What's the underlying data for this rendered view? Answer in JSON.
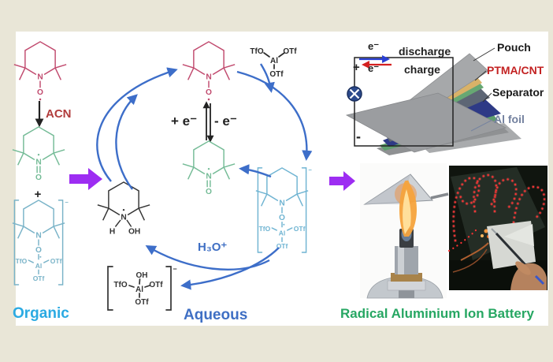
{
  "organic": {
    "acn": "ACN",
    "plus": "+",
    "label": "Organic"
  },
  "cycle": {
    "plus_e": "+ e⁻",
    "minus_e": "- e⁻",
    "h3o": "H₃O⁺",
    "label": "Aqueous"
  },
  "battery": {
    "e_discharge": "e⁻",
    "discharge_label": "discharge",
    "plus": "+",
    "e_charge": "e⁻",
    "charge_label": "charge",
    "minus": "-",
    "pouch": "Pouch",
    "ptma_cnt": "PTMA/CNT",
    "separator": "Separator",
    "al_foil": "Al foil",
    "label": "Radical Aluminium Ion Battery"
  },
  "atoms": {
    "N": "N",
    "O": "O",
    "H": "H",
    "OH": "OH",
    "TfO": "TfO",
    "OTf": "OTf",
    "Al": "Al",
    "plus": "+",
    "neg": "−"
  },
  "colors": {
    "background": "#e9e6d7",
    "panel": "#ffffff",
    "radical_pink": "#c14a6e",
    "oxoammonium_green": "#74bb96",
    "complex_teal": "#79b3c8",
    "arrow_blue": "#3d6ec9",
    "arrow_purple": "#9d2df2",
    "organic_label": "#2baae2",
    "aqueous_label": "#3f6fc4",
    "battery_label": "#27a763",
    "acn_red": "#b13c3c",
    "ptma_red": "#c32222",
    "al_foil_label": "#72809e",
    "discharge_arrow": "#2a3fd4",
    "charge_arrow": "#d42020"
  }
}
